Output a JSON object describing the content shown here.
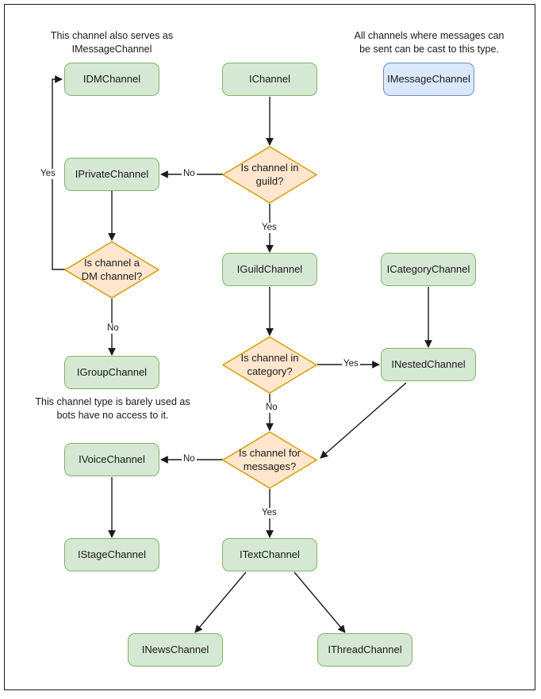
{
  "diagram": {
    "title": "Discord channel interface decision flowchart",
    "colors": {
      "node_green_fill": "#d5e8d4",
      "node_green_border": "#82b366",
      "node_blue_fill": "#dae8fc",
      "node_blue_border": "#6c8ebf",
      "decision_fill": "#ffe6cc",
      "decision_border": "#d79b00",
      "edge_stroke": "#1a1a1a",
      "frame_border": "#1a1a1a",
      "background": "#ffffff"
    },
    "notes": [
      {
        "id": "note-dm",
        "text": "This channel also serves as IMessageChannel"
      },
      {
        "id": "note-message",
        "text": "All channels where messages can be sent can be cast to this type."
      },
      {
        "id": "note-group",
        "text": "This channel type is barely used as bots have no access to it."
      }
    ],
    "nodes": [
      {
        "id": "idmchannel",
        "label": "IDMChannel",
        "shape": "rounded-rect",
        "color": "green"
      },
      {
        "id": "ichannel",
        "label": "IChannel",
        "shape": "rounded-rect",
        "color": "green"
      },
      {
        "id": "imessagechannel",
        "label": "IMessageChannel",
        "shape": "rounded-rect",
        "color": "blue"
      },
      {
        "id": "iprivatechannel",
        "label": "IPrivateChannel",
        "shape": "rounded-rect",
        "color": "green"
      },
      {
        "id": "iguildchannel",
        "label": "IGuildChannel",
        "shape": "rounded-rect",
        "color": "green"
      },
      {
        "id": "icategorychannel",
        "label": "ICategoryChannel",
        "shape": "rounded-rect",
        "color": "green"
      },
      {
        "id": "inestedchannel",
        "label": "INestedChannel",
        "shape": "rounded-rect",
        "color": "green"
      },
      {
        "id": "igroupchannel",
        "label": "IGroupChannel",
        "shape": "rounded-rect",
        "color": "green"
      },
      {
        "id": "ivoicechannel",
        "label": "IVoiceChannel",
        "shape": "rounded-rect",
        "color": "green"
      },
      {
        "id": "istagechannel",
        "label": "IStageChannel",
        "shape": "rounded-rect",
        "color": "green"
      },
      {
        "id": "itextchannel",
        "label": "ITextChannel",
        "shape": "rounded-rect",
        "color": "green"
      },
      {
        "id": "inewschannel",
        "label": "INewsChannel",
        "shape": "rounded-rect",
        "color": "green"
      },
      {
        "id": "ithreadchannel",
        "label": "IThreadChannel",
        "shape": "rounded-rect",
        "color": "green"
      }
    ],
    "decisions": [
      {
        "id": "decision-guild",
        "line1": "Is channel in",
        "line2": "guild?"
      },
      {
        "id": "decision-dm",
        "line1": "Is channel a",
        "line2": "DM channel?"
      },
      {
        "id": "decision-category",
        "line1": "Is channel in",
        "line2": "category?"
      },
      {
        "id": "decision-messages",
        "line1": "Is channel for",
        "line2": "messages?"
      }
    ],
    "edge_labels": [
      {
        "id": "label-guild-no",
        "text": "No"
      },
      {
        "id": "label-guild-yes",
        "text": "Yes"
      },
      {
        "id": "label-dm-yes",
        "text": "Yes"
      },
      {
        "id": "label-dm-no",
        "text": "No"
      },
      {
        "id": "label-category-yes",
        "text": "Yes"
      },
      {
        "id": "label-category-no",
        "text": "No"
      },
      {
        "id": "label-messages-no",
        "text": "No"
      },
      {
        "id": "label-messages-yes",
        "text": "Yes"
      }
    ]
  }
}
